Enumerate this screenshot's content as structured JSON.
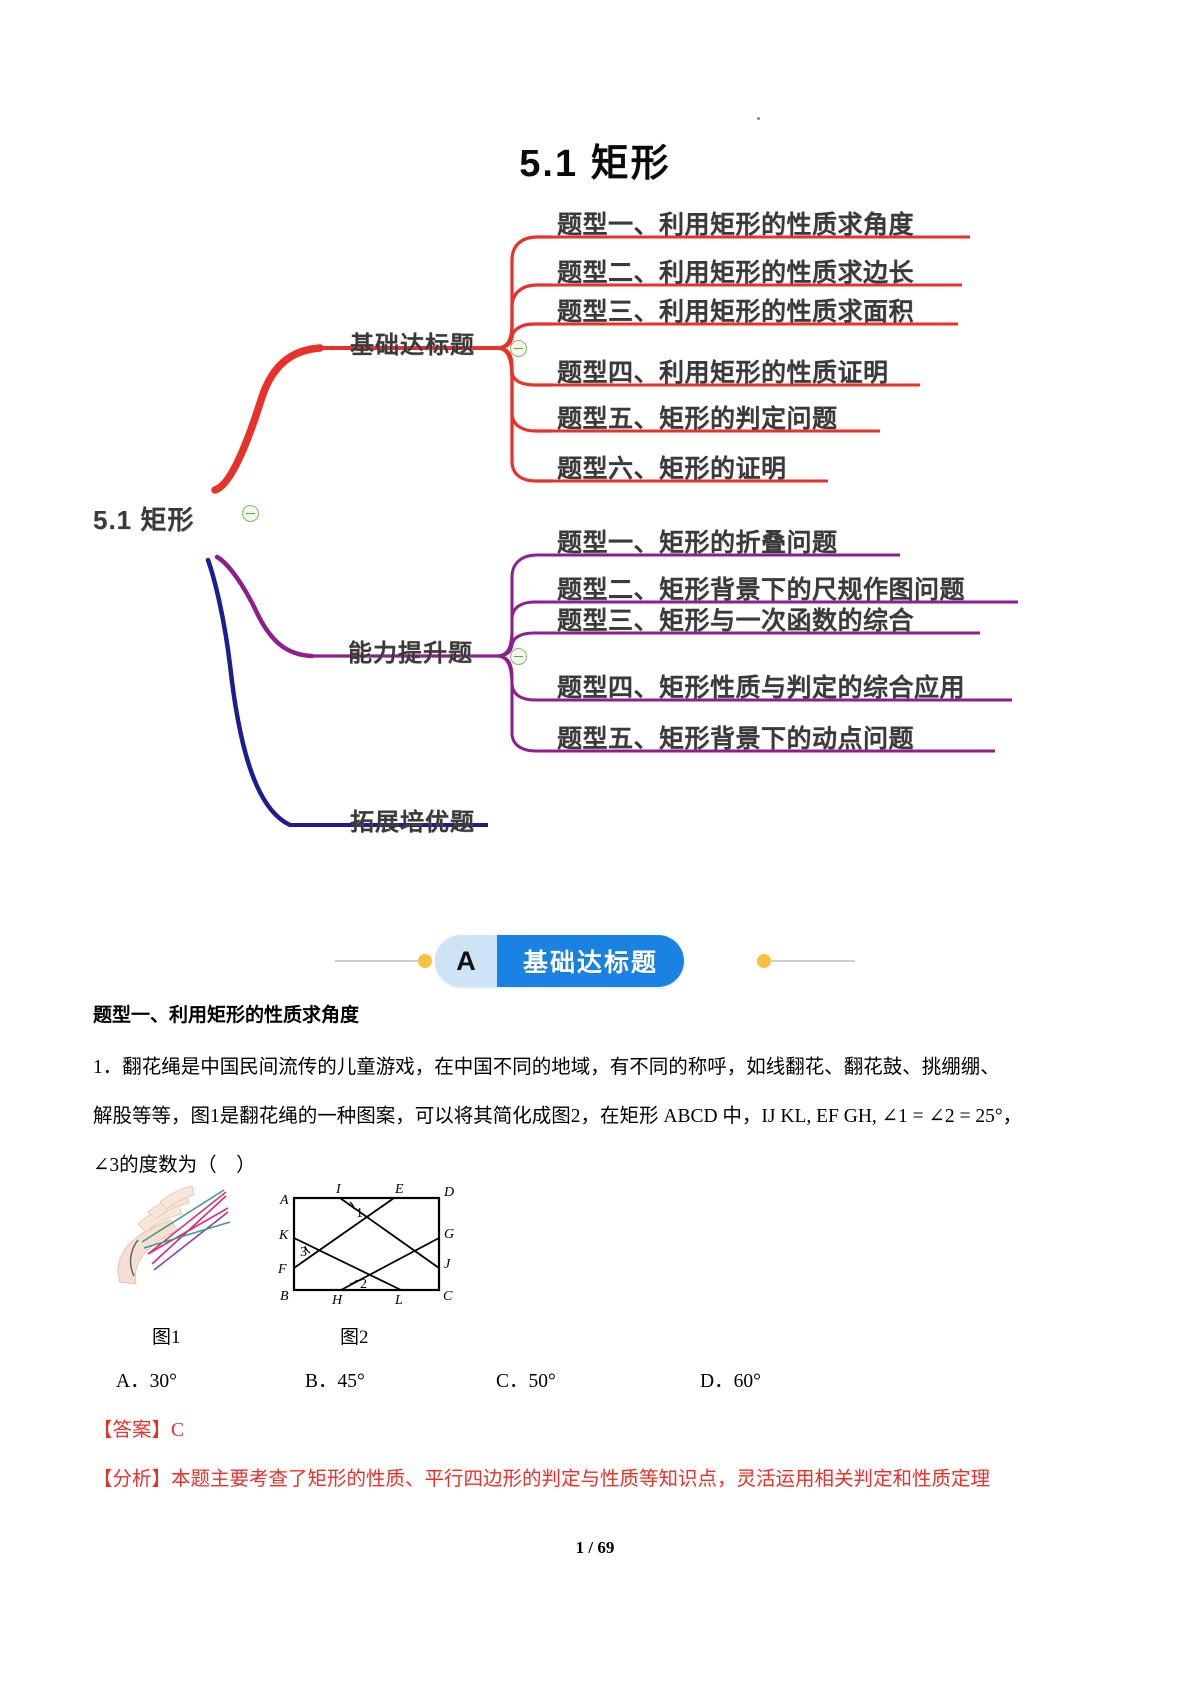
{
  "document": {
    "title": "5.1  矩形",
    "page_number": "1 / 69"
  },
  "mindmap": {
    "root": {
      "label": "5.1 矩形",
      "collapse_icon": "minus-circle-icon"
    },
    "branches": [
      {
        "label": "基础达标题",
        "color": "#e8312a",
        "collapse_icon": "minus-circle-icon",
        "leaves": [
          "题型一、利用矩形的性质求角度",
          "题型二、利用矩形的性质求边长",
          "题型三、利用矩形的性质求面积",
          "题型四、利用矩形的性质证明",
          "题型五、矩形的判定问题",
          "题型六、矩形的证明"
        ]
      },
      {
        "label": "能力提升题",
        "color": "#8e1e8e",
        "collapse_icon": "minus-circle-icon",
        "leaves": [
          "题型一、矩形的折叠问题",
          "题型二、矩形背景下的尺规作图问题",
          "题型三、矩形与一次函数的综合",
          "题型四、矩形性质与判定的综合应用",
          "题型五、矩形背景下的动点问题"
        ]
      },
      {
        "label": "拓展培优题",
        "color": "#1d1d8f",
        "collapse_icon": null,
        "leaves": []
      }
    ]
  },
  "section_badge": {
    "letter": "A",
    "label": "基础达标题",
    "letter_bg": "#cfe3f7",
    "label_bg": "#1a82e2",
    "dot_color": "#f5c243"
  },
  "content": {
    "question_type_heading": "题型一、利用矩形的性质求角度",
    "question_lines": [
      "1．翻花绳是中国民间流传的儿童游戏，在中国不同的地域，有不同的称呼，如线翻花、翻花鼓、挑绷绷、",
      "解股等等，图1是翻花绳的一种图案，可以将其简化成图2，在矩形 ABCD 中，IJ   KL, EF   GH, ∠1 = ∠2 = 25°，",
      "∠3的度数为（　）"
    ],
    "figures": [
      {
        "caption": "图1",
        "name": "string-figure-photo"
      },
      {
        "caption": "图2",
        "name": "rectangle-geometry-diagram"
      }
    ],
    "diagram_labels": {
      "A": "A",
      "B": "B",
      "C": "C",
      "D": "D",
      "E": "E",
      "F": "F",
      "G": "G",
      "H": "H",
      "I": "I",
      "J": "J",
      "K": "K",
      "L": "L",
      "angle1": "1",
      "angle2": "2",
      "angle3": "3"
    },
    "choices": [
      "A．30°",
      "B．45°",
      "C．50°",
      "D．60°"
    ],
    "answer_line": "【答案】C",
    "analysis_line": "【分析】本题主要考查了矩形的性质、平行四边形的判定与性质等知识点，灵活运用相关判定和性质定理",
    "answer_color": "#e8312a"
  }
}
